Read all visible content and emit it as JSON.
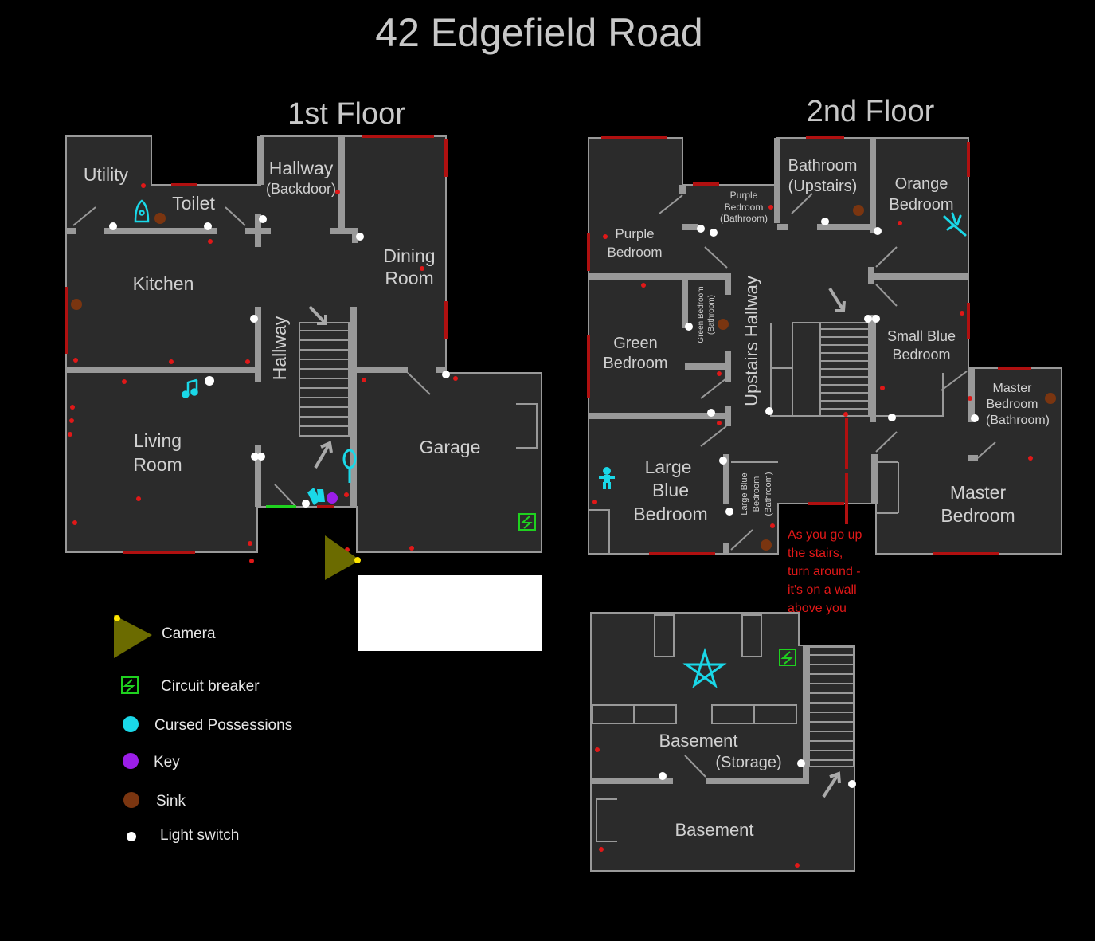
{
  "map_title": "42 Edgefield Road",
  "floors": {
    "first": "1st Floor",
    "second": "2nd Floor"
  },
  "rooms": {
    "first_floor": {
      "utility": "Utility",
      "toilet": "Toilet",
      "hallway_backdoor_1": "Hallway",
      "hallway_backdoor_2": "(Backdoor)",
      "dining_1": "Dining",
      "dining_2": "Room",
      "kitchen": "Kitchen",
      "hallway": "Hallway",
      "living_1": "Living",
      "living_2": "Room",
      "garage": "Garage"
    },
    "second_floor": {
      "purple_1": "Purple",
      "purple_2": "Bedroom",
      "purple_bath_1": "Purple",
      "purple_bath_2": "Bedroom",
      "purple_bath_3": "(Bathroom)",
      "bath_up_1": "Bathroom",
      "bath_up_2": "(Upstairs)",
      "orange_1": "Orange",
      "orange_2": "Bedroom",
      "green_bath_1": "Green Bedroom",
      "green_bath_2": "(Bathroom)",
      "green_1": "Green",
      "green_2": "Bedroom",
      "upstairs_hallway": "Upstairs Hallway",
      "small_blue_1": "Small Blue",
      "small_blue_2": "Bedroom",
      "master_bath_1": "Master",
      "master_bath_2": "Bedroom",
      "master_bath_3": "(Bathroom)",
      "large_blue_1": "Large",
      "large_blue_2": "Blue",
      "large_blue_3": "Bedroom",
      "lb_bath_1": "Large Blue",
      "lb_bath_2": "Bedroom",
      "lb_bath_3": "(Bathroom)",
      "master_1": "Master",
      "master_2": "Bedroom"
    },
    "basement": {
      "storage_1": "Basement",
      "storage_2": "(Storage)",
      "main": "Basement"
    }
  },
  "note_lines": [
    "As you go up",
    "the stairs,",
    "turn around -",
    "it's on a wall",
    "above you"
  ],
  "legend": {
    "camera": "Camera",
    "circuit_breaker": "Circuit breaker",
    "cursed": "Cursed Possessions",
    "key": "Key",
    "sink": "Sink",
    "light_switch": "Light switch"
  },
  "colors": {
    "background": "#000000",
    "floor": "#2b2b2b",
    "wall": "#999999",
    "window": "#b01010",
    "spawn_dot": "#e01818",
    "cursed": "#1ad8e8",
    "key": "#9b1ee8",
    "sink": "#7a3510",
    "light_switch": "#ffffff",
    "camera": "#6b6b00",
    "breaker": "#1fd11f"
  },
  "icons": {
    "cursed_items": [
      "ouija-board-icon",
      "music-box-icon",
      "voodoo-doll-icon",
      "mirror-icon",
      "monkey-paw-icon",
      "summoning-circle-icon",
      "tarot-cards-icon"
    ]
  }
}
